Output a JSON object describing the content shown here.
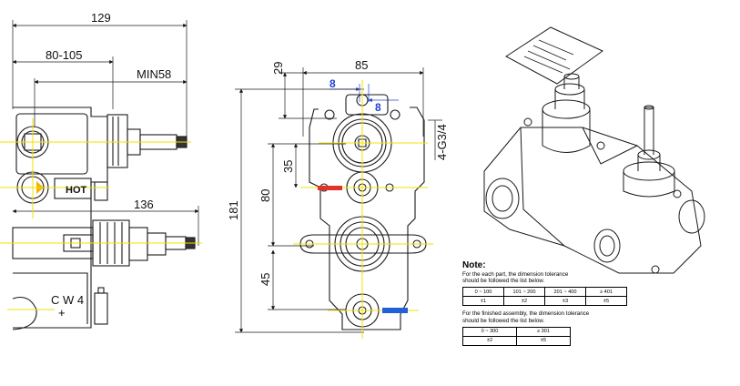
{
  "colors": {
    "line": "#1a1a1a",
    "center_line": "#f2e200",
    "hot": "#e0342a",
    "cold": "#2060d8",
    "label_blue": "#2040d0",
    "background": "#ffffff"
  },
  "side_view": {
    "dim_overall": "129",
    "dim_mount_range": "80-105",
    "dim_min": "MIN58",
    "dim_lower_stem": "136",
    "hot_label": "HOT",
    "cw_label": "C W 4"
  },
  "front_view": {
    "dim_width": "85",
    "dim_top_offset": "29",
    "dim_blue_left": "8",
    "dim_blue_right": "8",
    "dim_thread": "4-G3/4",
    "dim_height": "181",
    "dim_upper": "35",
    "dim_middle": "80",
    "dim_lower": "45"
  },
  "notes": {
    "title": "Note:",
    "line1": "For the each part, the dimension tolerance",
    "line2": "should be followed the list below.",
    "table1": {
      "headers": [
        "0 ~ 100",
        "101 ~ 200",
        "201 ~ 400",
        "≥ 401"
      ],
      "values": [
        "±1",
        "±2",
        "±3",
        "±5"
      ]
    },
    "line3": "For the finished assembly, the dimension tolerance",
    "line4": "should be followed the list below.",
    "table2": {
      "headers": [
        "0 ~ 300",
        "≥ 301"
      ],
      "values": [
        "±2",
        "±5"
      ]
    }
  }
}
